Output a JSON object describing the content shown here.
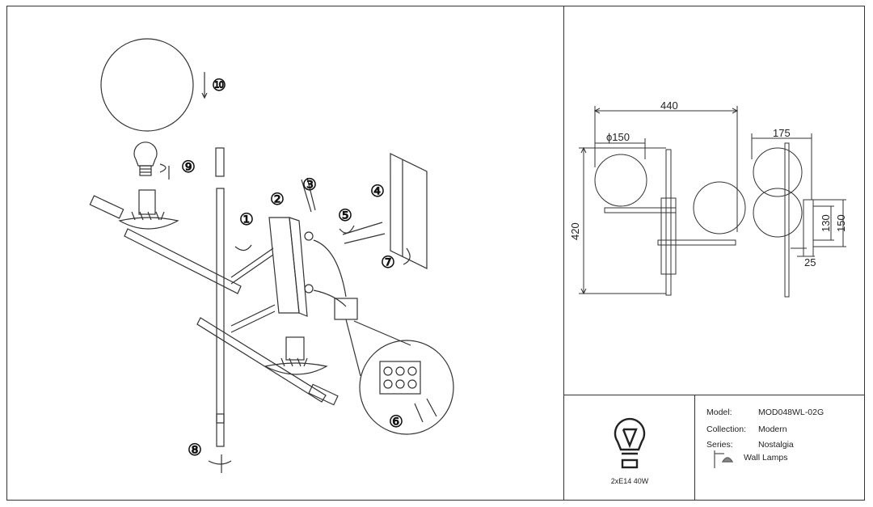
{
  "assembly": {
    "steps": [
      "1",
      "2",
      "3",
      "4",
      "5",
      "6",
      "7",
      "8",
      "9",
      "10"
    ]
  },
  "dimensions": {
    "width_total": "440",
    "globe_diameter": "ϕ150",
    "height_total": "420",
    "depth": "175",
    "plate_height": "130",
    "plate_outer": "150",
    "plate_depth": "25"
  },
  "bulb": {
    "icon": "light-bulb-icon",
    "label": "2xE14 40W"
  },
  "specs": {
    "model_label": "Model:",
    "model_value": "MOD048WL-02G",
    "collection_label": "Collection:",
    "collection_value": "Modern",
    "series_label": "Series:",
    "series_value": "Nostalgia",
    "category_value": "Wall Lamps",
    "category_icon": "wall-lamp-icon"
  }
}
